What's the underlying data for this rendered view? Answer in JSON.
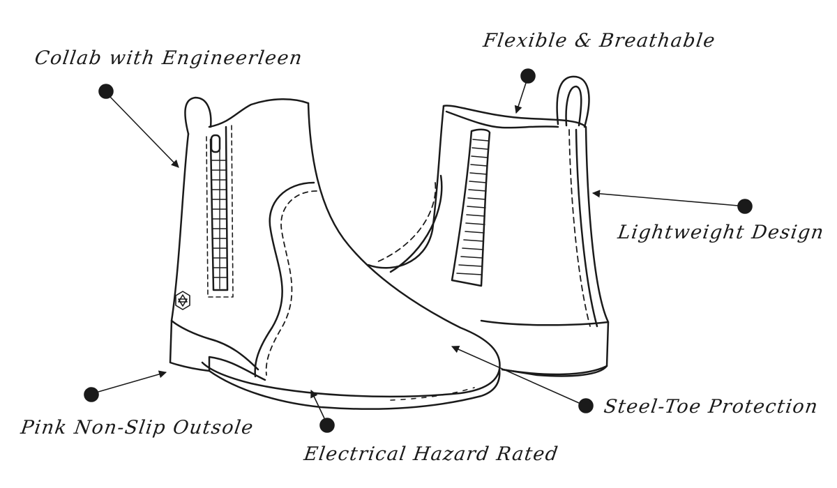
{
  "callouts": {
    "collab": "Collab with Engineerleen",
    "flexible": "Flexible & Breathable",
    "lightweight": "Lightweight Design",
    "steel_toe": "Steel-Toe Protection",
    "outsole": "Pink Non-Slip Outsole",
    "electrical": "Electrical Hazard Rated"
  },
  "colors": {
    "ink": "#1a1a1a",
    "background": "#ffffff"
  },
  "icons": {
    "logo": "hexagon-star-logo-icon"
  }
}
